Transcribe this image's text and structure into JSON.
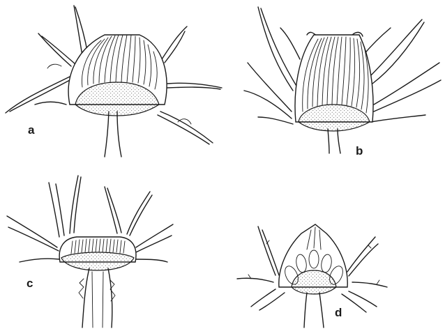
{
  "figure": {
    "panels": [
      {
        "label": "a",
        "depicts": "thistle-capitulum-section"
      },
      {
        "label": "b",
        "depicts": "thistle-capitulum-section"
      },
      {
        "label": "c",
        "depicts": "thistle-capitulum-section"
      },
      {
        "label": "d",
        "depicts": "thistle-capitulum-section"
      }
    ],
    "colors": {
      "ink": "#1a1a1a",
      "background": "#ffffff",
      "stipple": "#555555"
    }
  }
}
